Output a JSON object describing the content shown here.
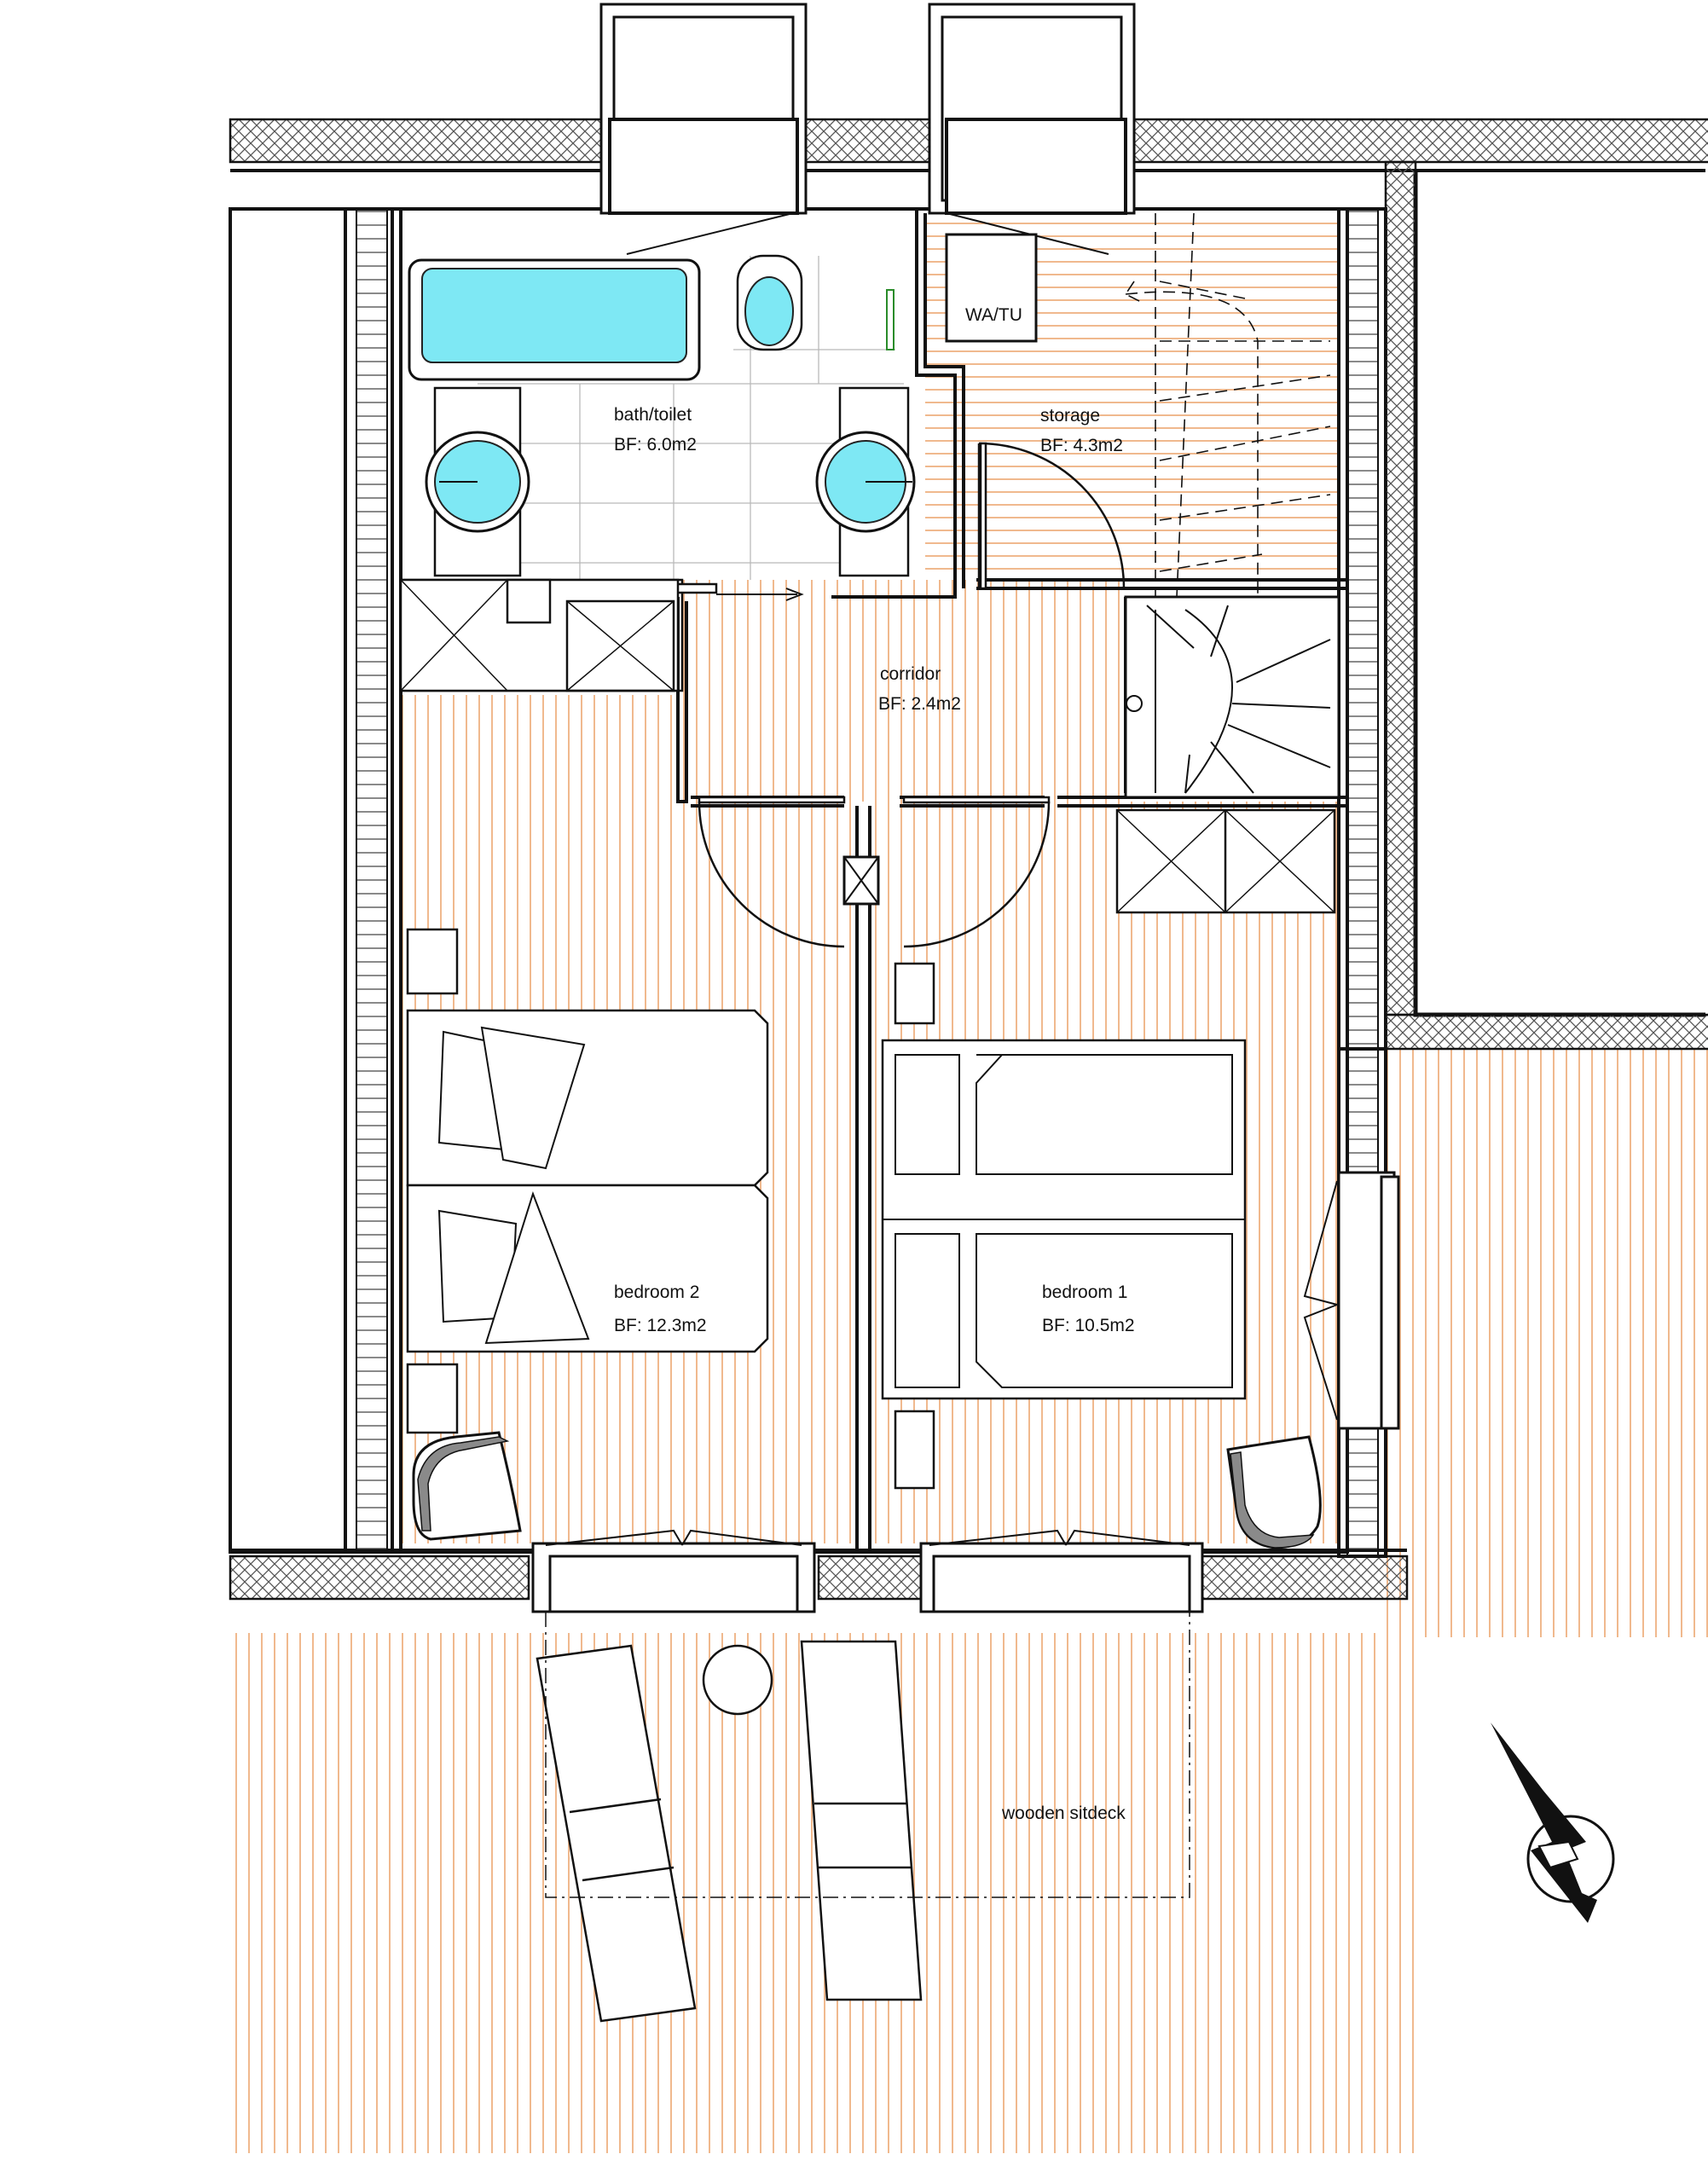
{
  "colors": {
    "floor_hatch": "#f0b98e",
    "water": "#7ee8f4",
    "wall": "#111111",
    "background": "#ffffff",
    "insulation_hatch": "#555555"
  },
  "rooms": {
    "bath": {
      "name": "bath/toilet",
      "area": "BF: 6.0m2"
    },
    "storage": {
      "name": "storage",
      "area": "BF: 4.3m2"
    },
    "wa_tu": {
      "name": "WA/TU"
    },
    "corridor": {
      "name": "corridor",
      "area": "BF: 2.4m2"
    },
    "bedroom2": {
      "name": "bedroom 2",
      "area": "BF: 12.3m2"
    },
    "bedroom1": {
      "name": "bedroom 1",
      "area": "BF: 10.5m2"
    },
    "deck": {
      "name": "wooden sitdeck"
    }
  },
  "icons": [
    "north-arrow-icon",
    "stair-icon",
    "door-swing-icon",
    "bathtub-icon",
    "toilet-icon",
    "sink-icon",
    "bed-icon",
    "lounger-icon"
  ]
}
